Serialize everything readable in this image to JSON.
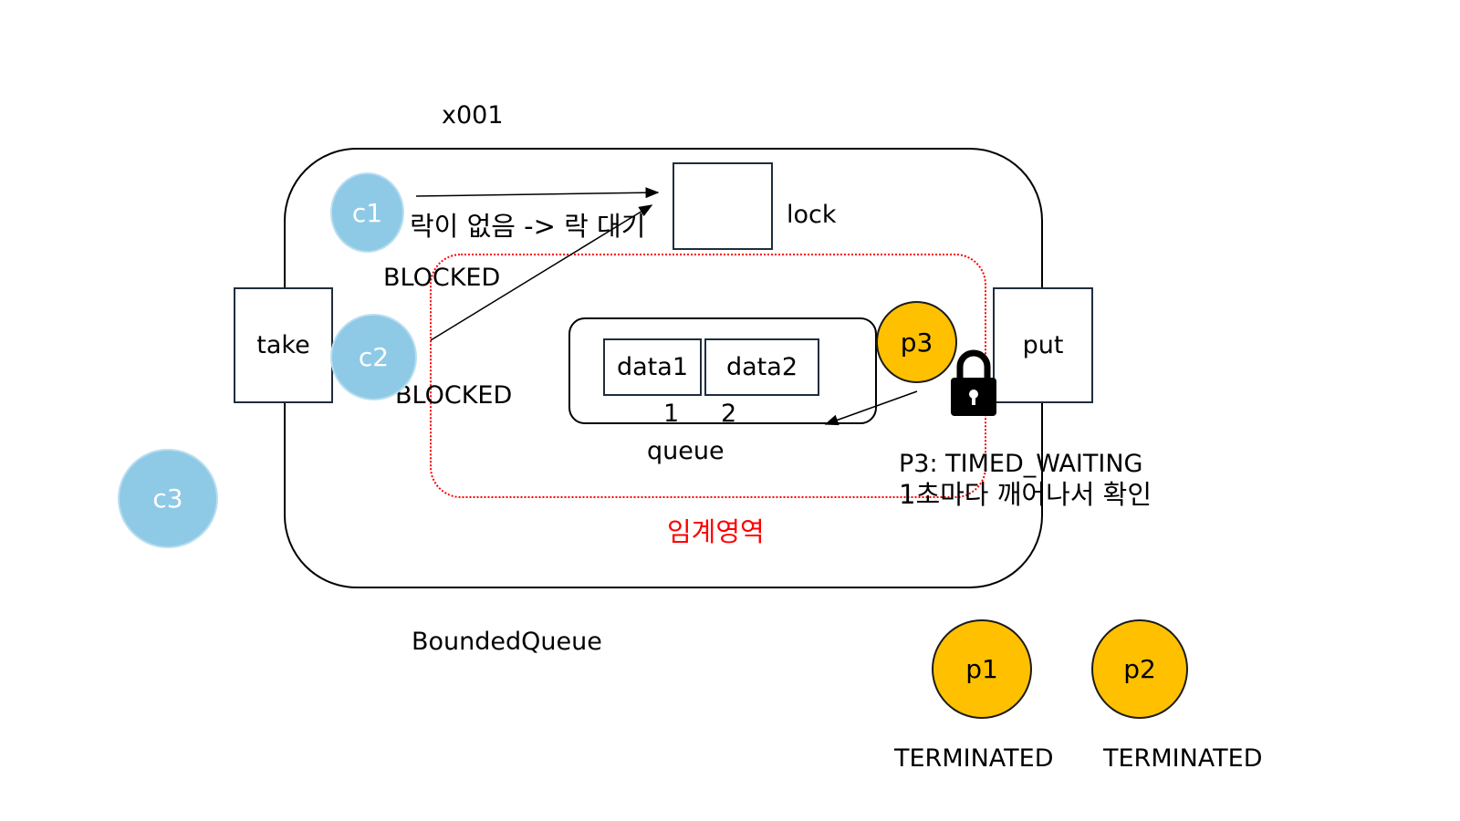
{
  "object_id": "x001",
  "class_name": "BoundedQueue",
  "lock": {
    "label": "lock"
  },
  "methods": {
    "take": "take",
    "put": "put"
  },
  "queue": {
    "label": "queue",
    "slots": [
      "data1",
      "data2"
    ],
    "indices": [
      "1",
      "2"
    ]
  },
  "critical_section": {
    "label": "임계영역",
    "color": "#ff0000"
  },
  "annotations": {
    "no_lock": "락이 없음 -> 락 대기",
    "c1_state": "BLOCKED",
    "c2_state": "BLOCKED",
    "p3_state_line1": "P3: TIMED_WAITING",
    "p3_state_line2": "1초마다 깨어나서 확인",
    "p1_state": "TERMINATED",
    "p2_state": "TERMINATED"
  },
  "threads": {
    "c1": "c1",
    "c2": "c2",
    "c3": "c3",
    "p1": "p1",
    "p2": "p2",
    "p3": "p3"
  },
  "colors": {
    "consumer": "#8ecae6",
    "producer": "#ffc000",
    "outline": "#1f2d3d"
  }
}
